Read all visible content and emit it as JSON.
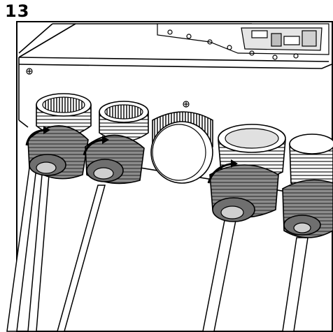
{
  "step": {
    "number": "13"
  },
  "colors": {
    "line": "#000000",
    "fill": "#ffffff",
    "shade_dark": "#6f6f6f",
    "shade_mid": "#9a9a9a",
    "shade_light": "#cfcfcf"
  },
  "illustration": {
    "subject": "cable-glands-being-tightened",
    "glands": [
      {
        "id": "gland-1",
        "state": "tightening",
        "cable": true
      },
      {
        "id": "gland-2",
        "state": "tightening",
        "cable": true
      },
      {
        "id": "gland-3",
        "state": "blind-cap",
        "cable": false
      },
      {
        "id": "gland-4",
        "state": "tightening",
        "cable": true
      },
      {
        "id": "gland-5",
        "state": "tightened",
        "cable": true
      }
    ],
    "icons": [
      "rotation-arrow-icon",
      "screw-icon"
    ]
  }
}
